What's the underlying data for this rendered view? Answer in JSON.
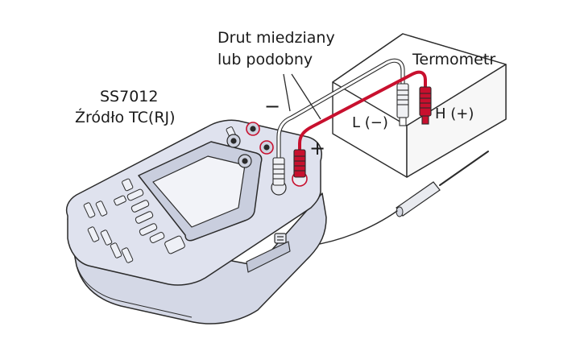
{
  "labels": {
    "wire_line1": "Drut miedziany",
    "wire_line2": "lub podobny",
    "thermometer": "Termometr",
    "device_model": "SS7012",
    "device_desc": "Źródło TC(RJ)",
    "low_terminal": "L (−)",
    "high_terminal": "H (+)",
    "minus_sign": "−",
    "plus_sign": "+"
  },
  "colors": {
    "red_lead": "#c8102e",
    "device_body": "#dfe2ee",
    "outline": "#2b2b2b",
    "screen": "#f2f3f8"
  }
}
